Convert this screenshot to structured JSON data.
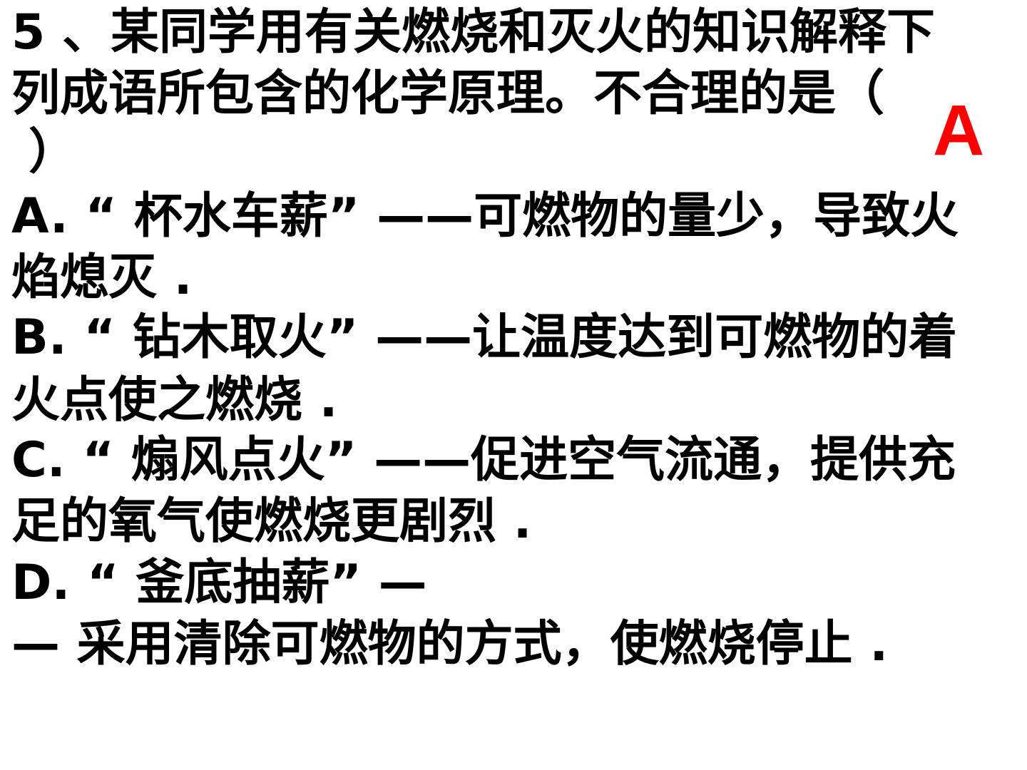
{
  "question": {
    "lines": [
      "5 、某同学用有关燃烧和灭火的知识解释下",
      "列成语所包含的化学原理。不合理的是（",
      "）"
    ]
  },
  "answer": "A",
  "options": {
    "a": {
      "line1": "A. “ 杯水车薪” ——可燃物的量少，导致火",
      "line2": "焰熄灭 ."
    },
    "b": {
      "line1": "B. “ 钻木取火” ——让温度达到可燃物的着",
      "line2": "火点使之燃烧 ."
    },
    "c": {
      "line1": "C. “ 煽风点火” ——促进空气流通，提供充",
      "line2": "足的氧气使燃烧更剧烈 ."
    },
    "d": {
      "line1": "D. “ 釜底抽薪” —",
      "line2": "— 采用清除可燃物的方式，使燃烧停止 ."
    }
  },
  "colors": {
    "text": "#000000",
    "answer": "#ff0000",
    "background": "#ffffff"
  }
}
